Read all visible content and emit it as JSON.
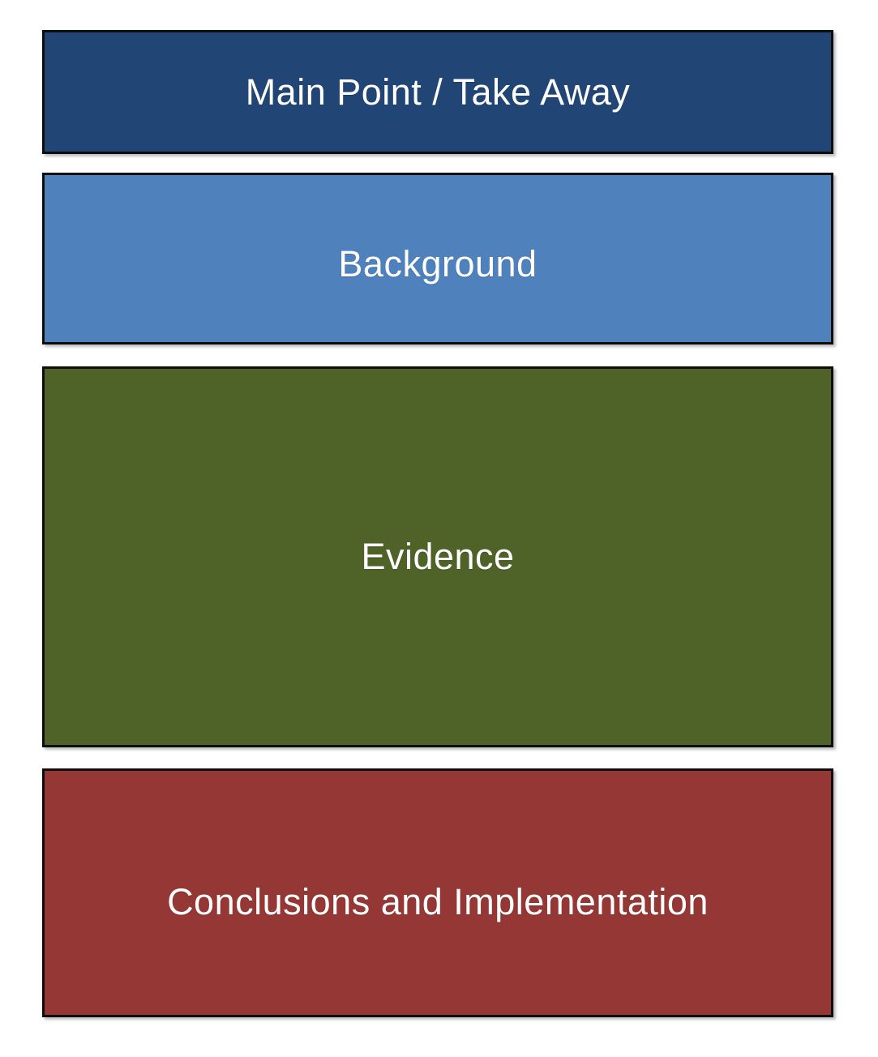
{
  "diagram": {
    "description": "Stacked outline diagram of presentation structure",
    "boxes": [
      {
        "id": "main-point",
        "label": "Main Point / Take Away",
        "color": "#214676"
      },
      {
        "id": "background",
        "label": "Background",
        "color": "#4F81BD"
      },
      {
        "id": "evidence",
        "label": "Evidence",
        "color": "#4F6228"
      },
      {
        "id": "conclusions",
        "label": "Conclusions and Implementation",
        "color": "#953734"
      }
    ],
    "border_color": "#0e0e0e",
    "text_color": "#ffffff",
    "page_background": "#ffffff"
  }
}
